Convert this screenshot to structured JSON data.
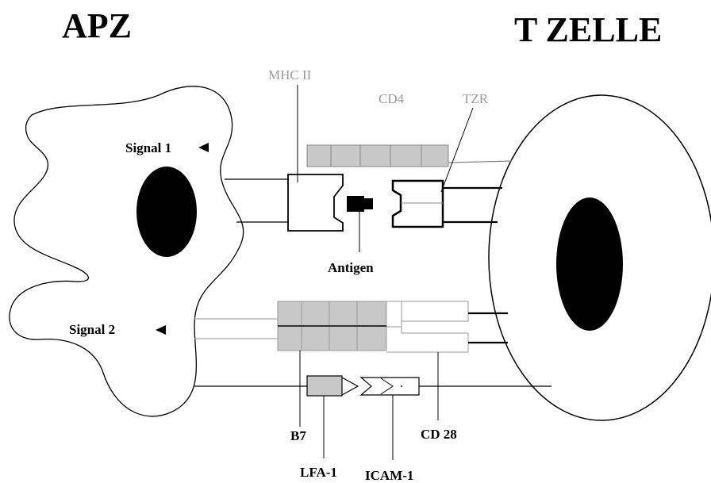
{
  "titles": {
    "apz": "APZ",
    "tcell": "T ZELLE"
  },
  "labels": {
    "mhc2": "MHC II",
    "cd4": "CD4",
    "tzr": "TZR",
    "signal1": "Signal 1",
    "signal2": "Signal 2",
    "antigen": "Antigen",
    "b7": "B7",
    "cd28": "CD 28",
    "lfa1": "LFA-1",
    "icam1": "ICAM-1"
  },
  "colors": {
    "grey_label": "#9a9a9a",
    "grey_fill": "#c8c8c8",
    "nucleus": "#000000",
    "outline": "#000000"
  },
  "icons": {
    "signal1": "arrow-left-icon",
    "signal2": "arrow-left-icon"
  }
}
